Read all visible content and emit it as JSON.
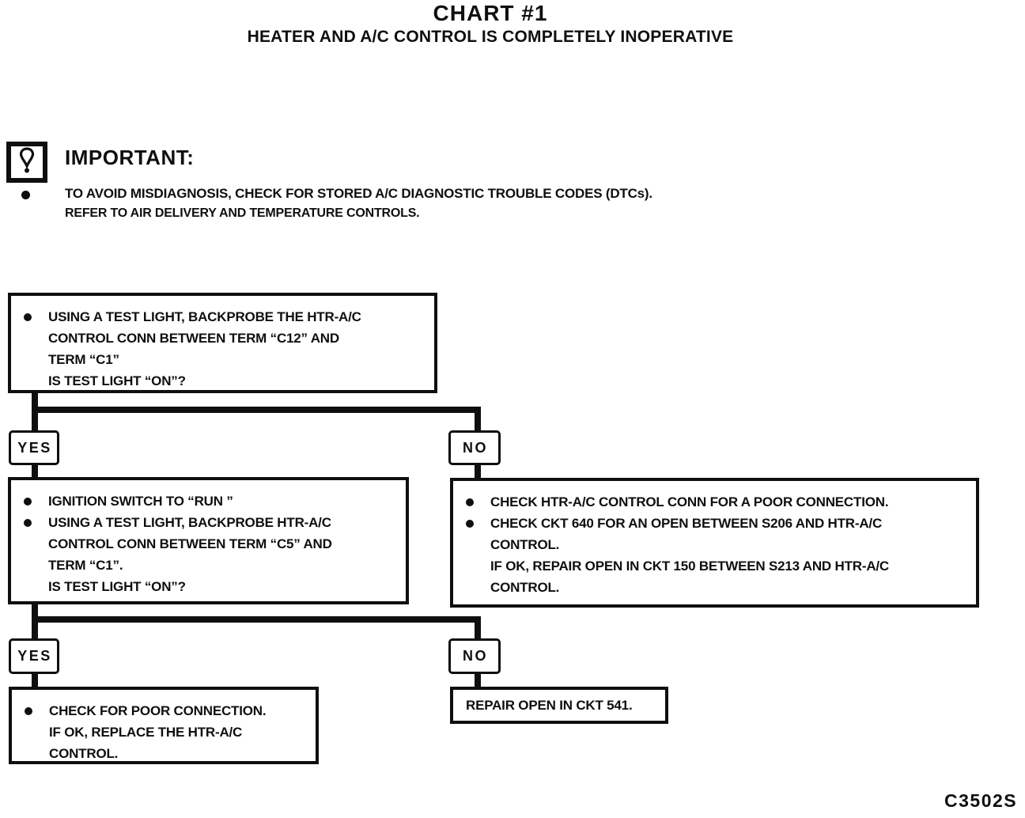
{
  "page": {
    "title": "CHART #1",
    "subtitle": "HEATER AND A/C CONTROL IS COMPLETELY INOPERATIVE",
    "figure_code": "C3502S"
  },
  "colors": {
    "ink": "#0f0f0f",
    "paper": "#ffffff"
  },
  "important": {
    "icon": "exclamation-icon",
    "label": "IMPORTANT:",
    "notes": [
      "TO AVOID MISDIAGNOSIS, CHECK FOR STORED A/C DIAGNOSTIC TROUBLE CODES (DTCs).",
      "REFER TO AIR DELIVERY AND TEMPERATURE CONTROLS."
    ]
  },
  "flowchart": {
    "step1": {
      "lines": [
        "USING A TEST LIGHT, BACKPROBE THE HTR-A/C",
        "CONTROL CONN BETWEEN TERM “C12” AND",
        "TERM “C1”",
        "IS TEST LIGHT “ON”?"
      ]
    },
    "branch1": {
      "yes": "YES",
      "no": "NO"
    },
    "step2_yes": {
      "lines": [
        "IGNITION SWITCH TO “RUN ”",
        "USING A TEST LIGHT, BACKPROBE HTR-A/C",
        "CONTROL CONN BETWEEN TERM “C5” AND",
        "TERM “C1”.",
        "IS TEST LIGHT “ON”?"
      ]
    },
    "step2_no": {
      "lines": [
        "CHECK HTR-A/C CONTROL CONN FOR A POOR CONNECTION.",
        "CHECK CKT 640 FOR AN OPEN BETWEEN S206 AND HTR-A/C",
        "CONTROL.",
        "IF OK, REPAIR OPEN IN CKT 150 BETWEEN S213 AND HTR-A/C",
        "CONTROL."
      ]
    },
    "branch2": {
      "yes": "YES",
      "no": "NO"
    },
    "step3_yes": {
      "lines": [
        "CHECK FOR POOR CONNECTION.",
        "IF OK, REPLACE THE HTR-A/C",
        "CONTROL."
      ]
    },
    "step3_no": {
      "lines": [
        "REPAIR OPEN IN CKT 541."
      ]
    }
  }
}
